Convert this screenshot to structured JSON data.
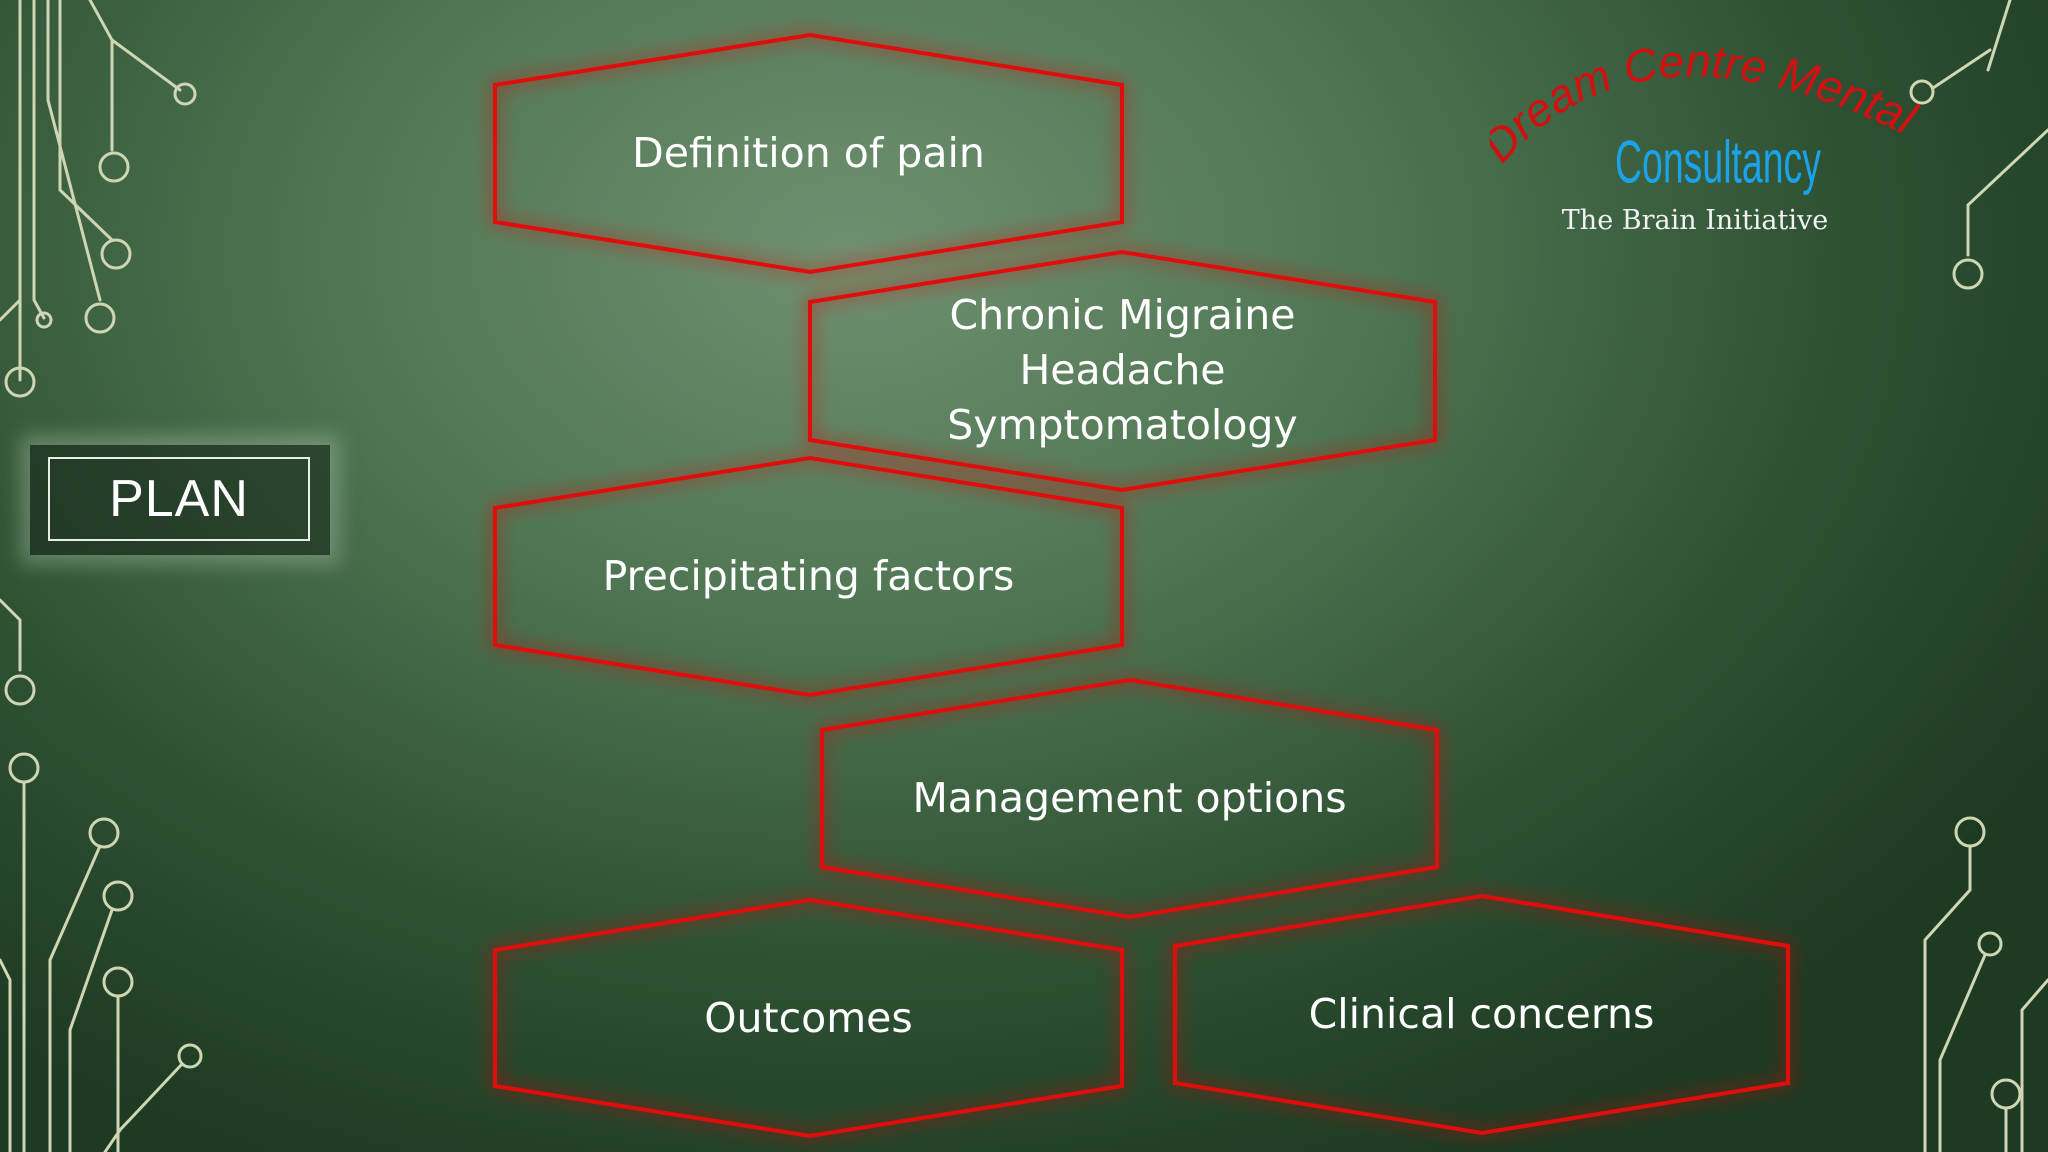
{
  "slide": {
    "plan_label": "PLAN",
    "colors": {
      "hex_border": "#e01010",
      "text": "#ffffff",
      "circuit": "#cfd6b4",
      "logo_red": "#d40f0f",
      "logo_blue": "#1aa3e8"
    },
    "hexagons": [
      {
        "label": "Definition of pain"
      },
      {
        "label": "Chronic Migraine\nHeadache\nSymptomatology"
      },
      {
        "label": "Precipitating factors"
      },
      {
        "label": "Management options"
      },
      {
        "label": "Outcomes"
      },
      {
        "label": "Clinical concerns"
      }
    ],
    "logo": {
      "line1": "Dream Centre Mental Health",
      "line2": "Consultancy",
      "tagline": "The Brain Initiative"
    }
  }
}
